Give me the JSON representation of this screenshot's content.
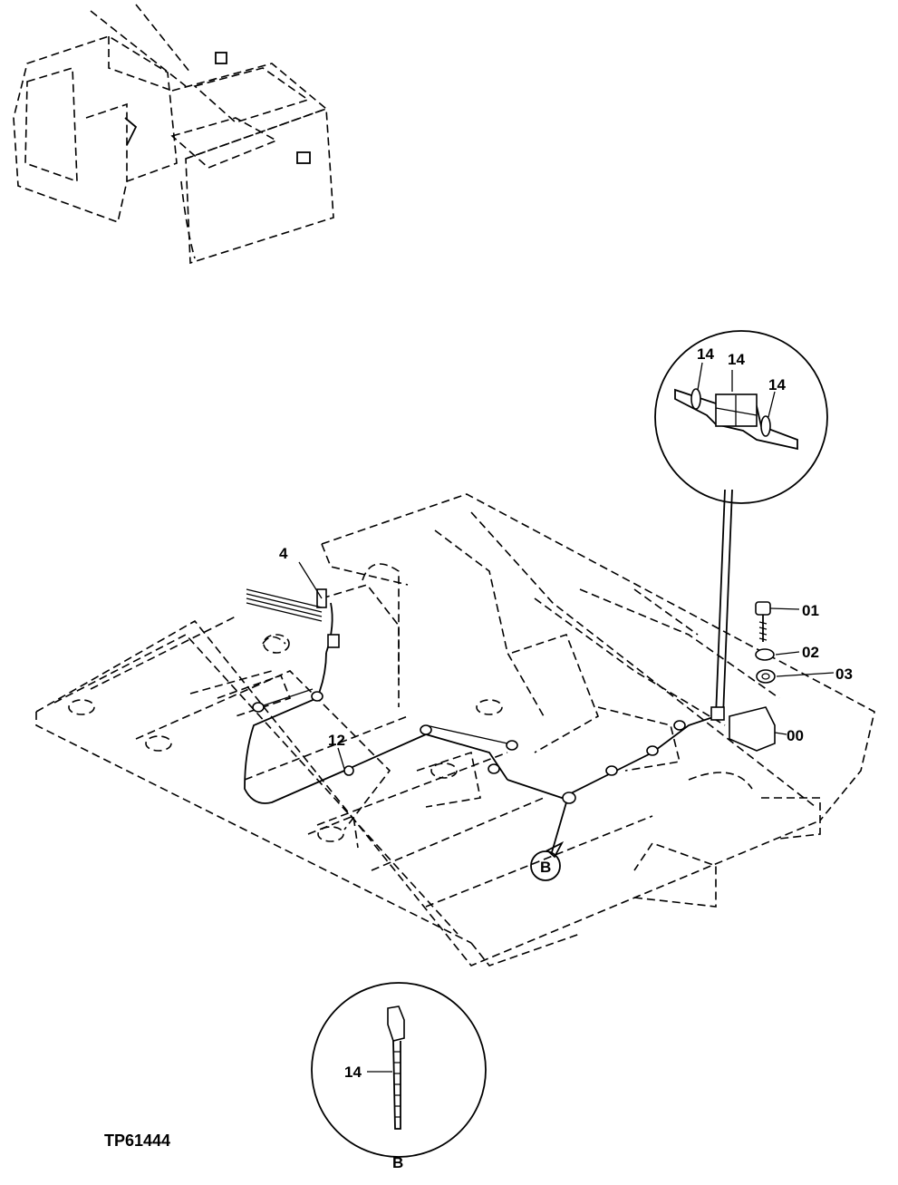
{
  "figure_id": "TP61444",
  "callouts": {
    "c14a": "14",
    "c14b": "14",
    "c14c": "14",
    "c14d": "14",
    "c4": "4",
    "c12": "12",
    "c01": "01",
    "c02": "02",
    "c03": "03",
    "c00": "00",
    "cB": "B",
    "cB2": "B"
  }
}
